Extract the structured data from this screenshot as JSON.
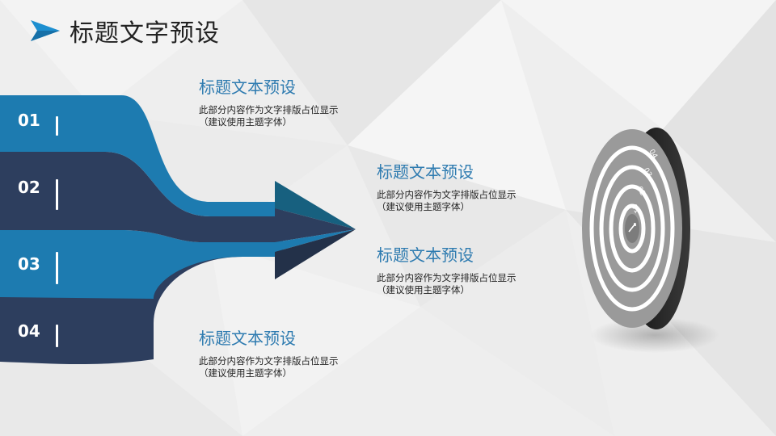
{
  "page": {
    "title": "标题文字预设"
  },
  "stages": [
    {
      "number": "01"
    },
    {
      "number": "02"
    },
    {
      "number": "03"
    },
    {
      "number": "04"
    }
  ],
  "blocks": [
    {
      "title": "标题文本预设",
      "desc_line1": "此部分内容作为文字排版占位显示",
      "desc_line2": "（建议使用主题字体）"
    },
    {
      "title": "标题文本预设",
      "desc_line1": "此部分内容作为文字排版占位显示",
      "desc_line2": "（建议使用主题字体）"
    },
    {
      "title": "标题文本预设",
      "desc_line1": "此部分内容作为文字排版占位显示",
      "desc_line2": "（建议使用主题字体）"
    },
    {
      "title": "标题文本预设",
      "desc_line1": "此部分内容作为文字排版占位显示",
      "desc_line2": "（建议使用主题字体）"
    }
  ],
  "target": {
    "ring_labels": [
      "04",
      "03",
      "02",
      "01"
    ]
  },
  "colors": {
    "blue": "#1d7bb0",
    "navy": "#2d3e5e",
    "title_blue": "#2e7bb0"
  }
}
